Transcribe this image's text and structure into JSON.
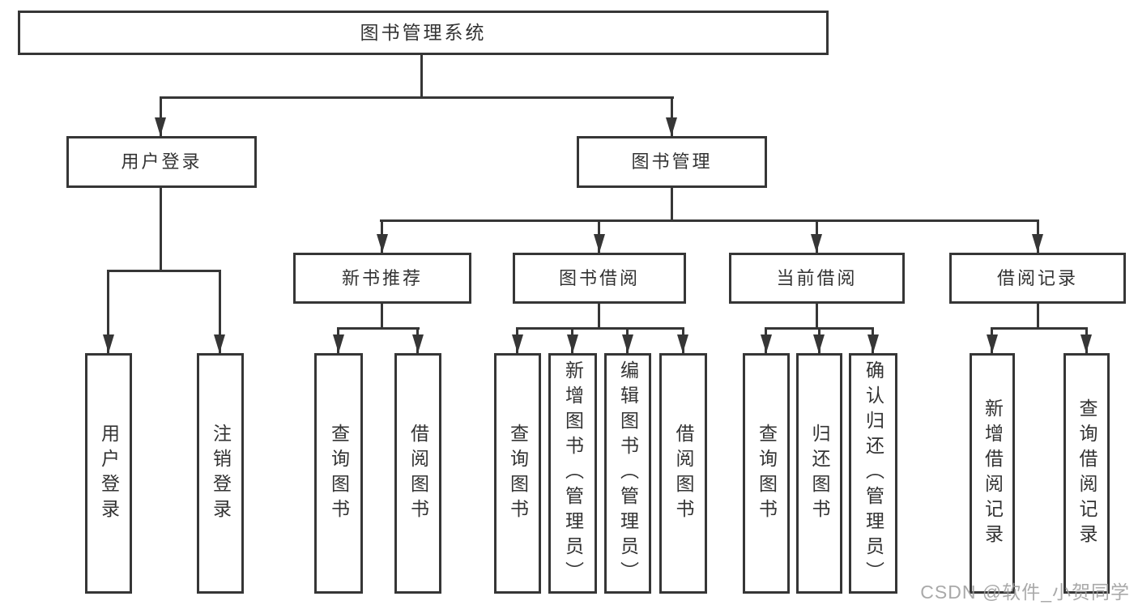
{
  "tree": {
    "root": {
      "label": "图书管理系统"
    },
    "branches": [
      {
        "label": "用户登录",
        "children": [
          {
            "label": "用户登录"
          },
          {
            "label": "注销登录"
          }
        ]
      },
      {
        "label": "图书管理",
        "children": [
          {
            "label": "新书推荐",
            "children": [
              {
                "label": "查询图书"
              },
              {
                "label": "借阅图书"
              }
            ]
          },
          {
            "label": "图书借阅",
            "children": [
              {
                "label": "查询图书"
              },
              {
                "label": "新增图书（管理员）"
              },
              {
                "label": "编辑图书（管理员）"
              },
              {
                "label": "借阅图书"
              }
            ]
          },
          {
            "label": "当前借阅",
            "children": [
              {
                "label": "查询图书"
              },
              {
                "label": "归还图书"
              },
              {
                "label": "确认归还（管理员）"
              }
            ]
          },
          {
            "label": "借阅记录",
            "children": [
              {
                "label": "新增借阅记录"
              },
              {
                "label": "查询借阅记录"
              }
            ]
          }
        ]
      }
    ]
  },
  "watermark": {
    "text": "CSDN @软件_小贺同学"
  },
  "colors": {
    "line": "#363636",
    "text": "#333333",
    "watermark": "#9e9e9e",
    "background": "#ffffff"
  }
}
